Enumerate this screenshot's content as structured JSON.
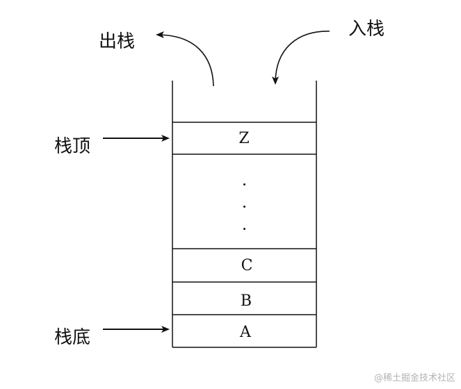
{
  "labels": {
    "pop": "出栈",
    "push": "入栈",
    "top": "栈顶",
    "bottom": "栈底"
  },
  "cells": {
    "top_item": "Z",
    "item_c": "C",
    "item_b": "B",
    "item_a": "A"
  },
  "watermark": "@稀土掘金技术社区",
  "colors": {
    "line": "#111111",
    "background": "#ffffff",
    "watermark": "#b3b3b3"
  }
}
